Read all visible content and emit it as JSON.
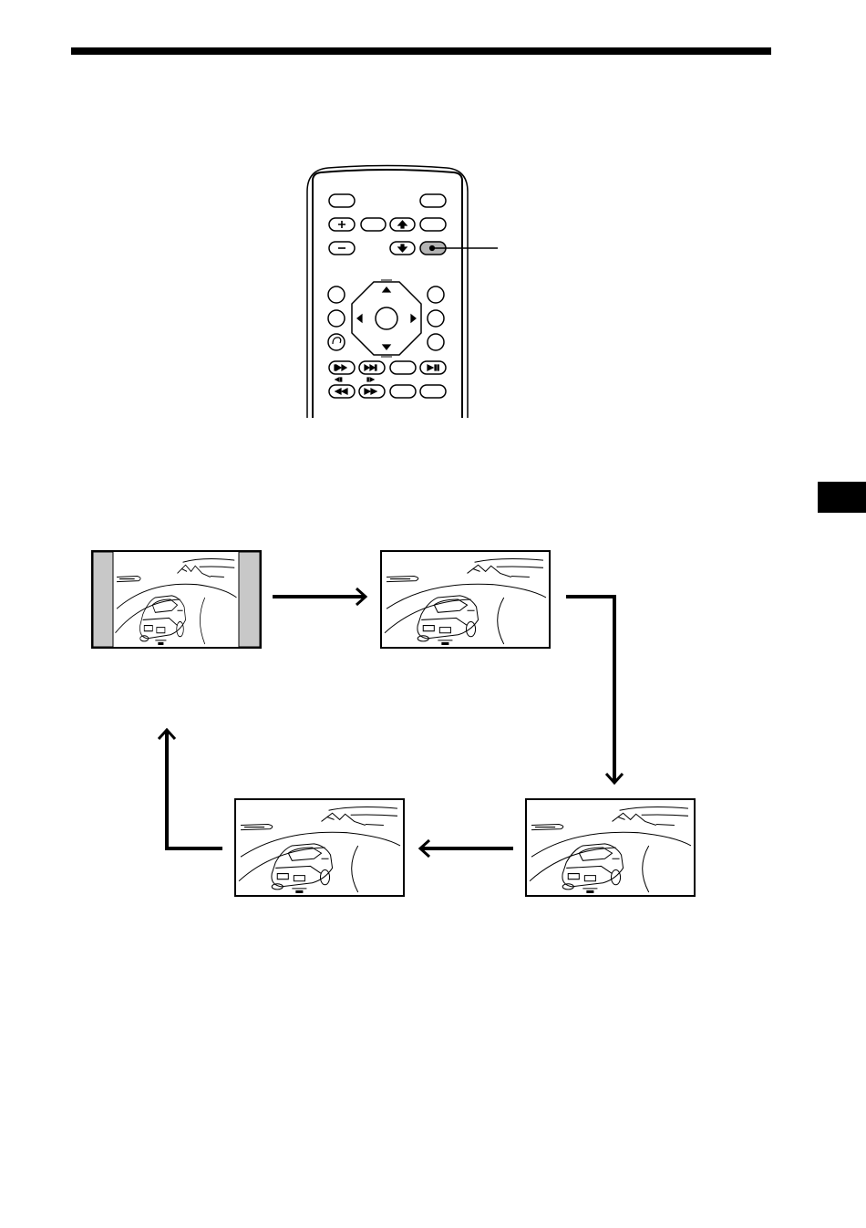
{
  "page": {
    "colors": {
      "ink": "#000000",
      "paper": "#ffffff",
      "bar_gray": "#c8c8c8",
      "button_highlight": "#b4b4b4"
    }
  },
  "remote": {
    "icons": {
      "plus": "+",
      "minus": "−",
      "prev": "⏮",
      "next": "⏭",
      "play_pause": "▶II",
      "rewind": "◀◀",
      "forward": "▶▶",
      "slow_rev": "◄II",
      "slow_fwd": "II►"
    },
    "highlighted_button": "aspect-button"
  },
  "aspect_cycle": {
    "screens": [
      "screen-4-3-pillarbox",
      "screen-full",
      "screen-zoom",
      "screen-wide"
    ],
    "direction": "clockwise"
  }
}
